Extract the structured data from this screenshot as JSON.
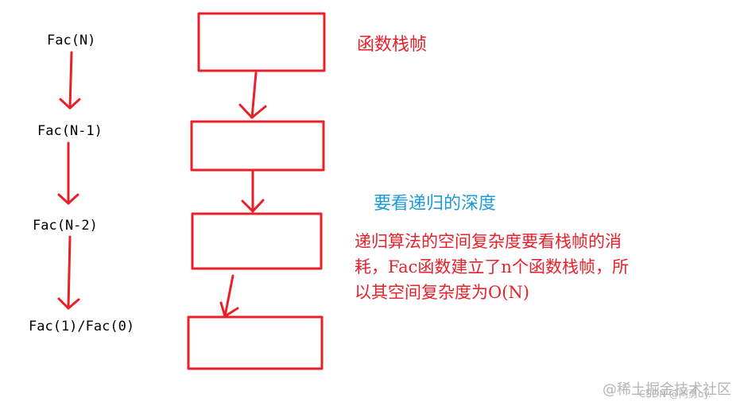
{
  "calls": [
    {
      "label": "Fac(N)"
    },
    {
      "label": "Fac(N-1)"
    },
    {
      "label": "Fac(N-2)"
    },
    {
      "label": "Fac(1)/Fac(0)"
    }
  ],
  "notes": {
    "title": "函数栈帧",
    "depth": "要看递归的深度",
    "explanation_lines": [
      "递归算法的空间复杂度要看栈帧的消",
      "耗，Fac函数建立了n个函数栈帧，所",
      "以其空间复杂度为O(N)"
    ]
  },
  "watermark": {
    "primary": "@稀土掘金技术社区",
    "secondary": "CSDN @阿勇oy."
  },
  "colors": {
    "stroke": "#e8202a",
    "title_text": "#e8202a",
    "depth_text": "#1e9ad6",
    "label_text": "#000000",
    "watermark": "#b4b4b4"
  }
}
